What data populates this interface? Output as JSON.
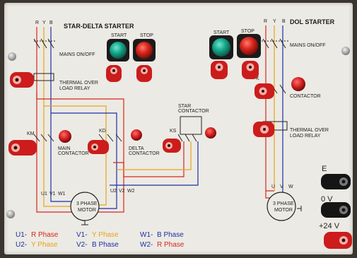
{
  "panel": {
    "star_delta_title": "STAR-DELTA STARTER",
    "dol_title": "DOL STARTER",
    "phase_letters": [
      "R",
      "Y",
      "B"
    ],
    "buttons": {
      "start": "START",
      "stop": "STOP"
    },
    "labels": {
      "mains": "MAINS ON/OFF",
      "overload_1": "THERMAL OVER",
      "overload_2": "LOAD RELAY",
      "km": "KM",
      "kd": "KD",
      "ks": "KS",
      "k": "K",
      "main_contactor_1": "MAIN",
      "main_contactor_2": "CONTACTOR",
      "delta_contactor_1": "DELTA",
      "delta_contactor_2": "CONTACTOR",
      "star_contactor_1": "STAR",
      "star_contactor_2": "CONTACTOR",
      "contactor": "CONTACTOR",
      "u1": "U1",
      "v1": "V1",
      "w1": "W1",
      "u2": "U2",
      "v2": "V2",
      "w2": "W2",
      "u": "U",
      "v": "V",
      "w": "W",
      "motor_1": "3 PHASE",
      "motor_2": "MOTOR",
      "e": "E",
      "zero_v": "0  V",
      "plus24v": "+24  V"
    },
    "legend": [
      {
        "code": "U1-",
        "phase": "R  Phase",
        "color": "#d8261c"
      },
      {
        "code": "V1-",
        "phase": "Y  Phase",
        "color": "#e8a31c"
      },
      {
        "code": "W1-",
        "phase": "B  Phase",
        "color": "#1c2fa8"
      },
      {
        "code": "U2-",
        "phase": "Y  Phase",
        "color": "#e8a31c"
      },
      {
        "code": "V2-",
        "phase": "B  Phase",
        "color": "#1c2fa8"
      },
      {
        "code": "W2-",
        "phase": "R  Phase",
        "color": "#d8261c"
      }
    ],
    "colors": {
      "red": "#d8261c",
      "yellow": "#e8a31c",
      "blue": "#1c2fa8",
      "green": "#15a88a",
      "socket_red": "#cc1c1c",
      "socket_black": "#151515"
    }
  }
}
